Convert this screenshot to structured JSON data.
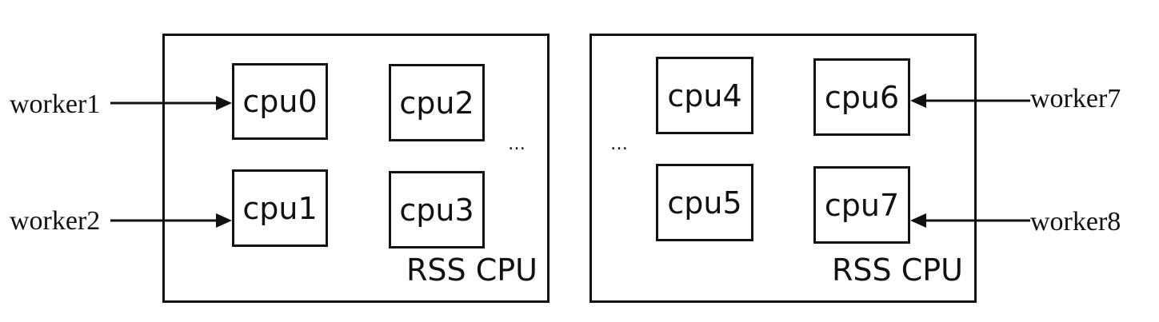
{
  "groups": [
    {
      "label": "RSS CPU",
      "cpus": [
        "cpu0",
        "cpu2",
        "cpu1",
        "cpu3"
      ],
      "ellipsis": "…"
    },
    {
      "label": "RSS CPU",
      "cpus": [
        "cpu4",
        "cpu6",
        "cpu5",
        "cpu7"
      ],
      "ellipsis": "…"
    }
  ],
  "workers": [
    {
      "label": "worker1",
      "target": "cpu0"
    },
    {
      "label": "worker2",
      "target": "cpu1"
    },
    {
      "label": "worker7",
      "target": "cpu6"
    },
    {
      "label": "worker8",
      "target": "cpu7"
    }
  ]
}
